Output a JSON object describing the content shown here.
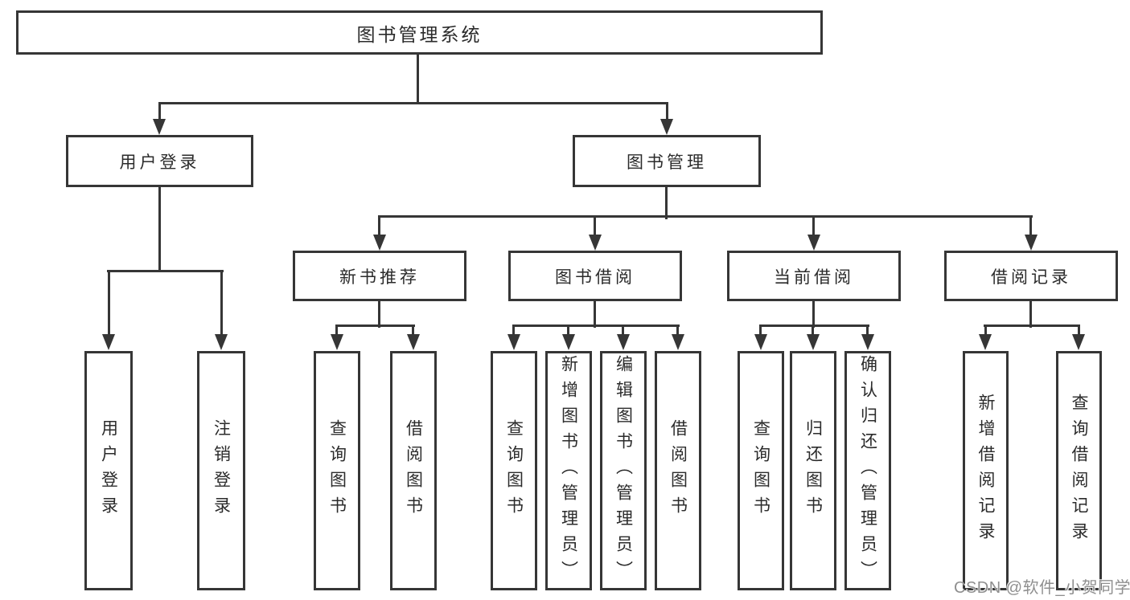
{
  "diagram": {
    "root": {
      "label": "图书管理系统"
    },
    "level2": [
      {
        "label": "用户登录"
      },
      {
        "label": "图书管理"
      }
    ],
    "level3": [
      {
        "label": "新书推荐"
      },
      {
        "label": "图书借阅"
      },
      {
        "label": "当前借阅"
      },
      {
        "label": "借阅记录"
      }
    ],
    "leaves": {
      "userLogin": [
        {
          "label": "用户登录"
        },
        {
          "label": "注销登录"
        }
      ],
      "newBooks": [
        {
          "label": "查询图书"
        },
        {
          "label": "借阅图书"
        }
      ],
      "bookBorrow": [
        {
          "label": "查询图书"
        },
        {
          "label": "新增图书（管理员）"
        },
        {
          "label": "编辑图书（管理员）"
        },
        {
          "label": "借阅图书"
        }
      ],
      "currentBorrow": [
        {
          "label": "查询图书"
        },
        {
          "label": "归还图书"
        },
        {
          "label": "确认归还（管理员）"
        }
      ],
      "borrowRecords": [
        {
          "label": "新增借阅记录"
        },
        {
          "label": "查询借阅记录"
        }
      ]
    }
  },
  "watermark": {
    "text": "CSDN @软件_小贺同学"
  },
  "colors": {
    "line": "#363636",
    "text": "#2b2b2b",
    "watermark": "#8f8f8f",
    "background": "#ffffff"
  }
}
